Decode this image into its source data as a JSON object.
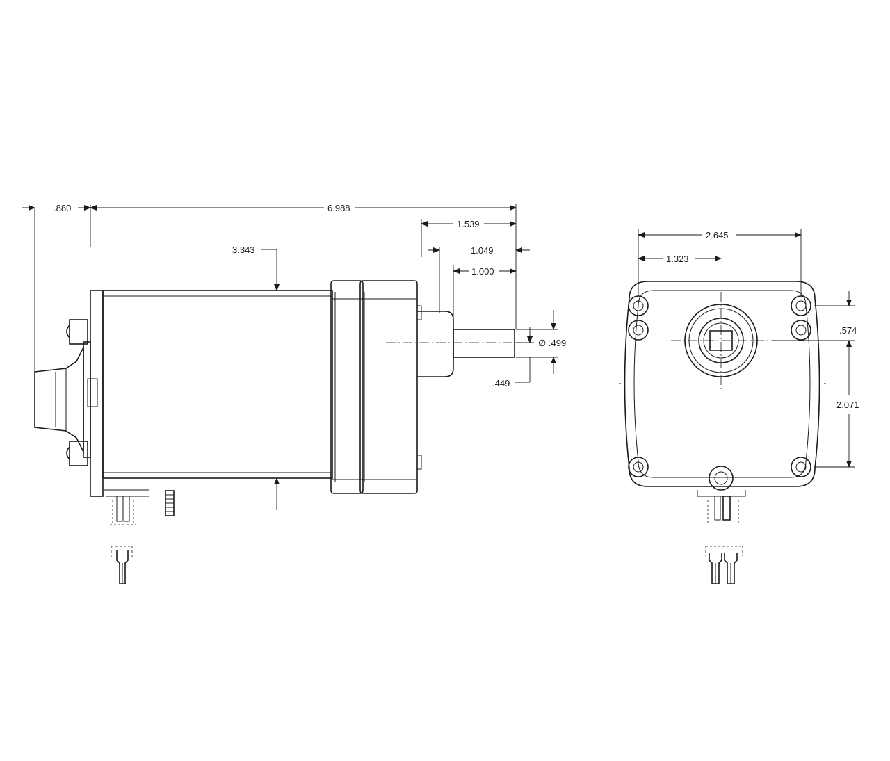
{
  "dimensions": {
    "side_view": {
      "d_0880": ".880",
      "d_6988": "6.988",
      "d_1539": "1.539",
      "d_1049": "1.049",
      "d_1000": "1.000",
      "d_3343": "3.343",
      "d_0499": "∅ .499",
      "d_0449": ".449"
    },
    "end_view": {
      "d_2645": "2.645",
      "d_1323": "1.323",
      "d_0574": ".574",
      "d_2071": "2.071"
    }
  }
}
